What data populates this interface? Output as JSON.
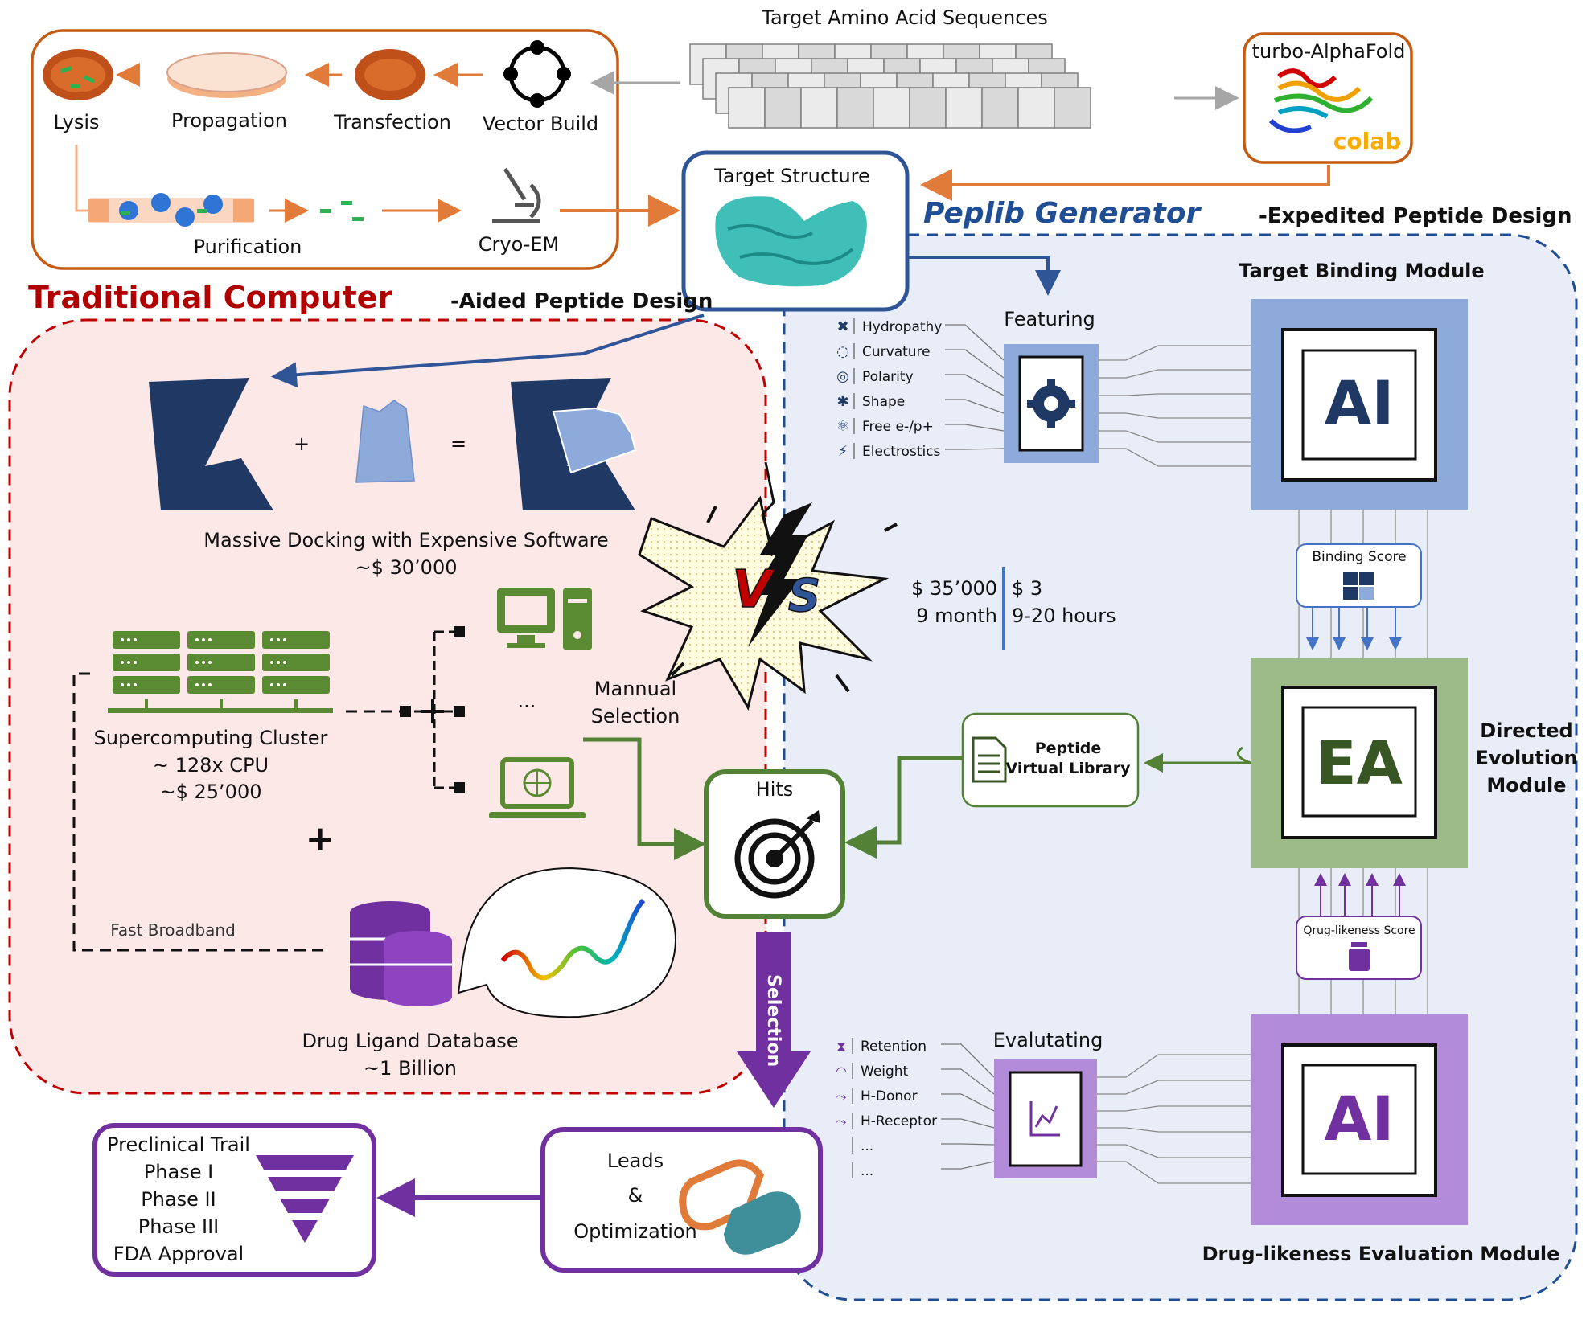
{
  "top": {
    "sequences_title": "Target Amino Acid Sequences",
    "alphafold_title": "turbo-AlphaFold",
    "colab_label": "colab"
  },
  "lab_pipeline": {
    "lysis": "Lysis",
    "propagation": "Propagation",
    "transfection": "Transfection",
    "vector_build": "Vector Build",
    "purification": "Purification",
    "cryo_em": "Cryo-EM"
  },
  "target_structure": {
    "label": "Target Structure"
  },
  "traditional": {
    "title": "Traditional Computer",
    "subtitle": "-Aided Peptide Design",
    "docking_line1": "Massive Docking with Expensive Software",
    "docking_line2": "~$ 30’000",
    "plus": "+",
    "equals": "=",
    "cluster_line1": "Supercomputing Cluster",
    "cluster_line2": "~ 128x CPU",
    "cluster_line3": "~$ 25’000",
    "broadband": "Fast Broadband",
    "ellipsis": "...",
    "manual_line1": "Mannual",
    "manual_line2": "Selection",
    "db_line1": "Drug Ligand Database",
    "db_line2": "~1 Billion"
  },
  "vs": {
    "v": "V",
    "s": "S",
    "cost_trad": "$ 35’000",
    "time_trad": "9 month",
    "cost_new": "$ 3",
    "time_new": "9-20 hours"
  },
  "peplib": {
    "title": "Peplib Generator",
    "subtitle": "-Expedited Peptide Design",
    "featuring": "Featuring",
    "features": [
      "Hydropathy",
      "Curvature",
      "Polarity",
      "Shape",
      "Free e-/p+",
      "Electrostics"
    ],
    "target_binding_module": "Target Binding Module",
    "ai_label": "AI",
    "binding_score": "Binding Score",
    "ea_label": "EA",
    "directed_line1": "Directed",
    "directed_line2": "Evolution",
    "directed_line3": "Module",
    "library_line1": "Peptide",
    "library_line2": "Virtual Library",
    "druglikeness_score": "Qrug-likeness Score",
    "evalutating": "Evalutating",
    "eval_items": [
      "Retention",
      "Weight",
      "H-Donor",
      "H-Receptor",
      "...",
      "..."
    ],
    "druglikeness_module": "Drug-likeness Evaluation Module"
  },
  "hits": {
    "label": "Hits"
  },
  "selection": {
    "label": "Selection"
  },
  "leads": {
    "line1": "Leads",
    "line2": "&",
    "line3": "Optimization"
  },
  "trials": {
    "stages": [
      "Preclinical Trail",
      "Phase I",
      "Phase II",
      "Phase III",
      "FDA Approval"
    ]
  },
  "colors": {
    "traditional_red": "#b00000",
    "peplib_blue": "#1f4e94",
    "target_blue": "#2f5597",
    "hits_green": "#538135",
    "purple": "#7030a0",
    "orange": "#e07b39",
    "navy_shape": "#1f3864",
    "light_shape": "#8eaadb"
  }
}
